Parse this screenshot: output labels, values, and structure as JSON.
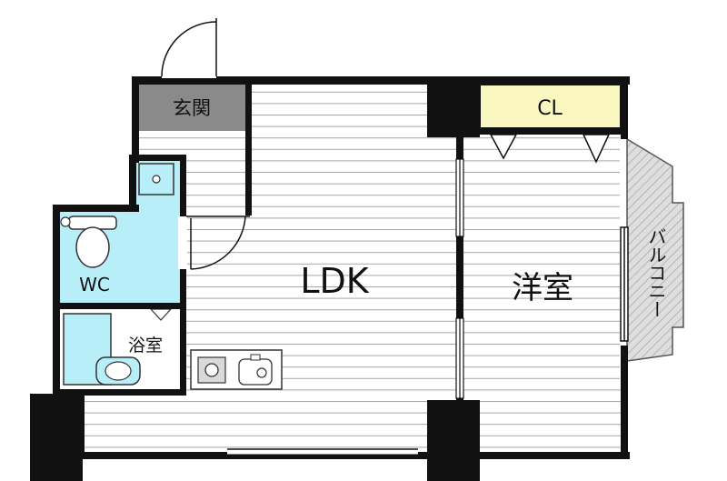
{
  "floorplan": {
    "rooms": {
      "genkan": "玄関",
      "closet": "CL",
      "wc": "WC",
      "bath": "浴室",
      "ldk": "LDK",
      "western_room": "洋室",
      "balcony": "バルコニー"
    },
    "colors": {
      "wall": "#111111",
      "floor_line": "#9a9a9a",
      "genkan_fill": "#8a8a8a",
      "closet_fill": "#fbf7c0",
      "wet_area_fill": "#b7eef8",
      "balcony_fill": "#dcdcdc"
    }
  }
}
